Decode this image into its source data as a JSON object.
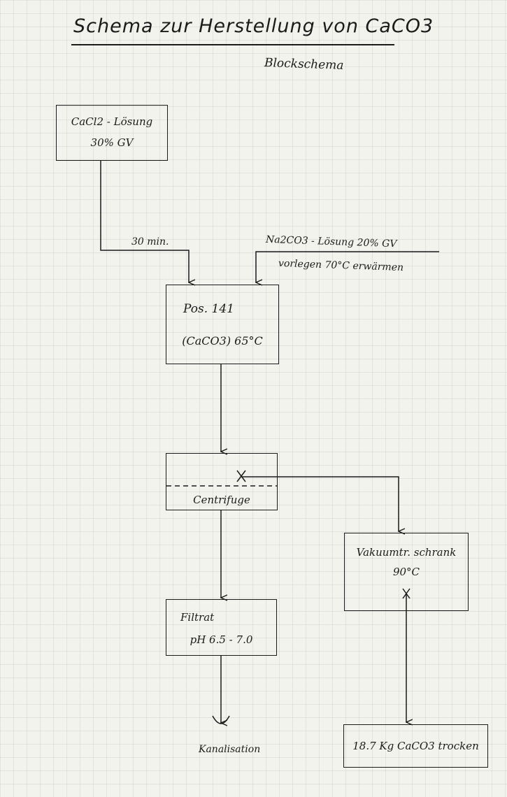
{
  "title": "Schema zur Herstellung von CaCO3",
  "subtitle": "Blockschema",
  "boxes": {
    "cacl2": {
      "line1": "CaCl2 - Lösung",
      "line2": "30% GV"
    },
    "reactor": {
      "line1": "Pos. 141",
      "line2": "(CaCO3) 65°C"
    },
    "centrifuge": {
      "label": "Centrifuge"
    },
    "filtrat": {
      "line1": "Filtrat",
      "line2": "pH 6.5 - 7.0"
    },
    "vacuum": {
      "line1": "Vakuumtr. schrank",
      "line2": "90°C"
    },
    "product": {
      "label": "18.7 Kg CaCO3 trocken"
    }
  },
  "labels": {
    "time": "30 min.",
    "na2co3": "Na2CO3 - Lösung 20% GV",
    "na2co3_note": "vorlegen 70°C erwärmen",
    "drain": "Kanalisation"
  }
}
